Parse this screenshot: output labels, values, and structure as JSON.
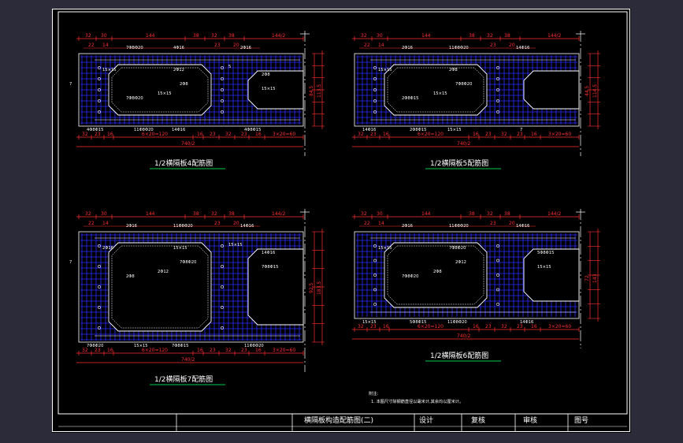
{
  "colors": {
    "background": "#000000",
    "frame": "#ffffff",
    "rebar": "#2b2bff",
    "dimension": "#ff3030",
    "title_underline": "#00cc44",
    "outer": "#2b2b3a"
  },
  "panels": [
    {
      "id": "p4",
      "title": "1/2横隔板4配筋图",
      "top_dims": [
        "32",
        "30",
        "144",
        "38",
        "32",
        "38",
        "144/2"
      ],
      "top_sub": [
        "22",
        "14",
        "23",
        "20"
      ],
      "bottom_dims": [
        "32",
        "23",
        "16",
        "6×20=120",
        "16",
        "23",
        "32",
        "23",
        "16",
        "3×20=60"
      ],
      "total": "740/2",
      "side_dims": [
        "84.5",
        "113.5"
      ],
      "labels": [
        "7ΦBΦ20",
        "4Φ16",
        "2Φ16",
        "15×15",
        "2Φ12",
        "2Φ8",
        "15×15",
        "7ΦBΦ20",
        "4Φ8Φ15",
        "11Φ8Φ20",
        "14Φ16",
        "4Φ8Φ15",
        "2Φ8",
        "15×15",
        "5",
        "7"
      ]
    },
    {
      "id": "p5",
      "title": "1/2横隔板5配筋图",
      "top_dims": [
        "32",
        "30",
        "144",
        "38",
        "32",
        "38",
        "144/2"
      ],
      "top_sub": [
        "22",
        "14",
        "23",
        "20"
      ],
      "bottom_dims": [
        "32",
        "23",
        "16",
        "6×20=120",
        "16",
        "23",
        "32",
        "23",
        "16",
        "3×20=60"
      ],
      "total": "740/2",
      "side_dims": [
        "44.5",
        "114.5"
      ],
      "labels": [
        "2Φ16",
        "11Φ8Φ20",
        "14Φ16",
        "15×15",
        "2Φ8",
        "7Φ8Φ20",
        "15×15",
        "2Φ8Φ15",
        "14Φ16",
        "2Φ8Φ15",
        "15×15",
        "7"
      ]
    },
    {
      "id": "p7",
      "title": "1/2横隔板7配筋图",
      "top_dims": [
        "32",
        "30",
        "144",
        "38",
        "32",
        "38",
        "144/2"
      ],
      "top_sub": [
        "22",
        "14",
        "23",
        "20"
      ],
      "bottom_dims": [
        "32",
        "23",
        "16",
        "6×20=120",
        "16",
        "23",
        "32",
        "23",
        "16",
        "3×20=60"
      ],
      "total": "740/2",
      "side_dims": [
        "92.5",
        "183.5"
      ],
      "labels": [
        "2Φ16",
        "11Φ8Φ20",
        "14Φ16",
        "2Φ16",
        "15×15",
        "7Φ8Φ20",
        "2Φ12",
        "2Φ8",
        "7Φ8Φ20",
        "15×15",
        "7Φ8Φ15",
        "11Φ8Φ20",
        "14Φ16",
        "7Φ8Φ15",
        "15×15",
        "7"
      ]
    },
    {
      "id": "p6",
      "title": "1/2横隔板6配筋图",
      "top_dims": [
        "32",
        "30",
        "144",
        "38",
        "32",
        "38",
        "144/2"
      ],
      "top_sub": [
        "22",
        "14",
        "23",
        "20"
      ],
      "bottom_dims": [
        "32",
        "23",
        "16",
        "6×20=120",
        "16",
        "23",
        "32",
        "23",
        "16",
        "3×20=60"
      ],
      "total": "740/2",
      "side_dims": [
        "72",
        "143"
      ],
      "labels": [
        "2Φ16",
        "11Φ8Φ20",
        "14Φ16",
        "15×15",
        "7Φ8Φ20",
        "2Φ12",
        "2Φ8",
        "7Φ8Φ20",
        "15×15",
        "5Φ8Φ15",
        "11Φ8Φ20",
        "14Φ16",
        "5Φ8Φ15",
        "15×15"
      ]
    }
  ],
  "notes": {
    "heading": "附注:",
    "line1": "1. 本图尺寸除钢筋直径以毫米计,其余均以厘米计。"
  },
  "title_block": {
    "drawing_title": "横隔板构造配筋图(二)",
    "design": "设计",
    "review": "复核",
    "approve": "审核",
    "sheet_no": "图号"
  }
}
